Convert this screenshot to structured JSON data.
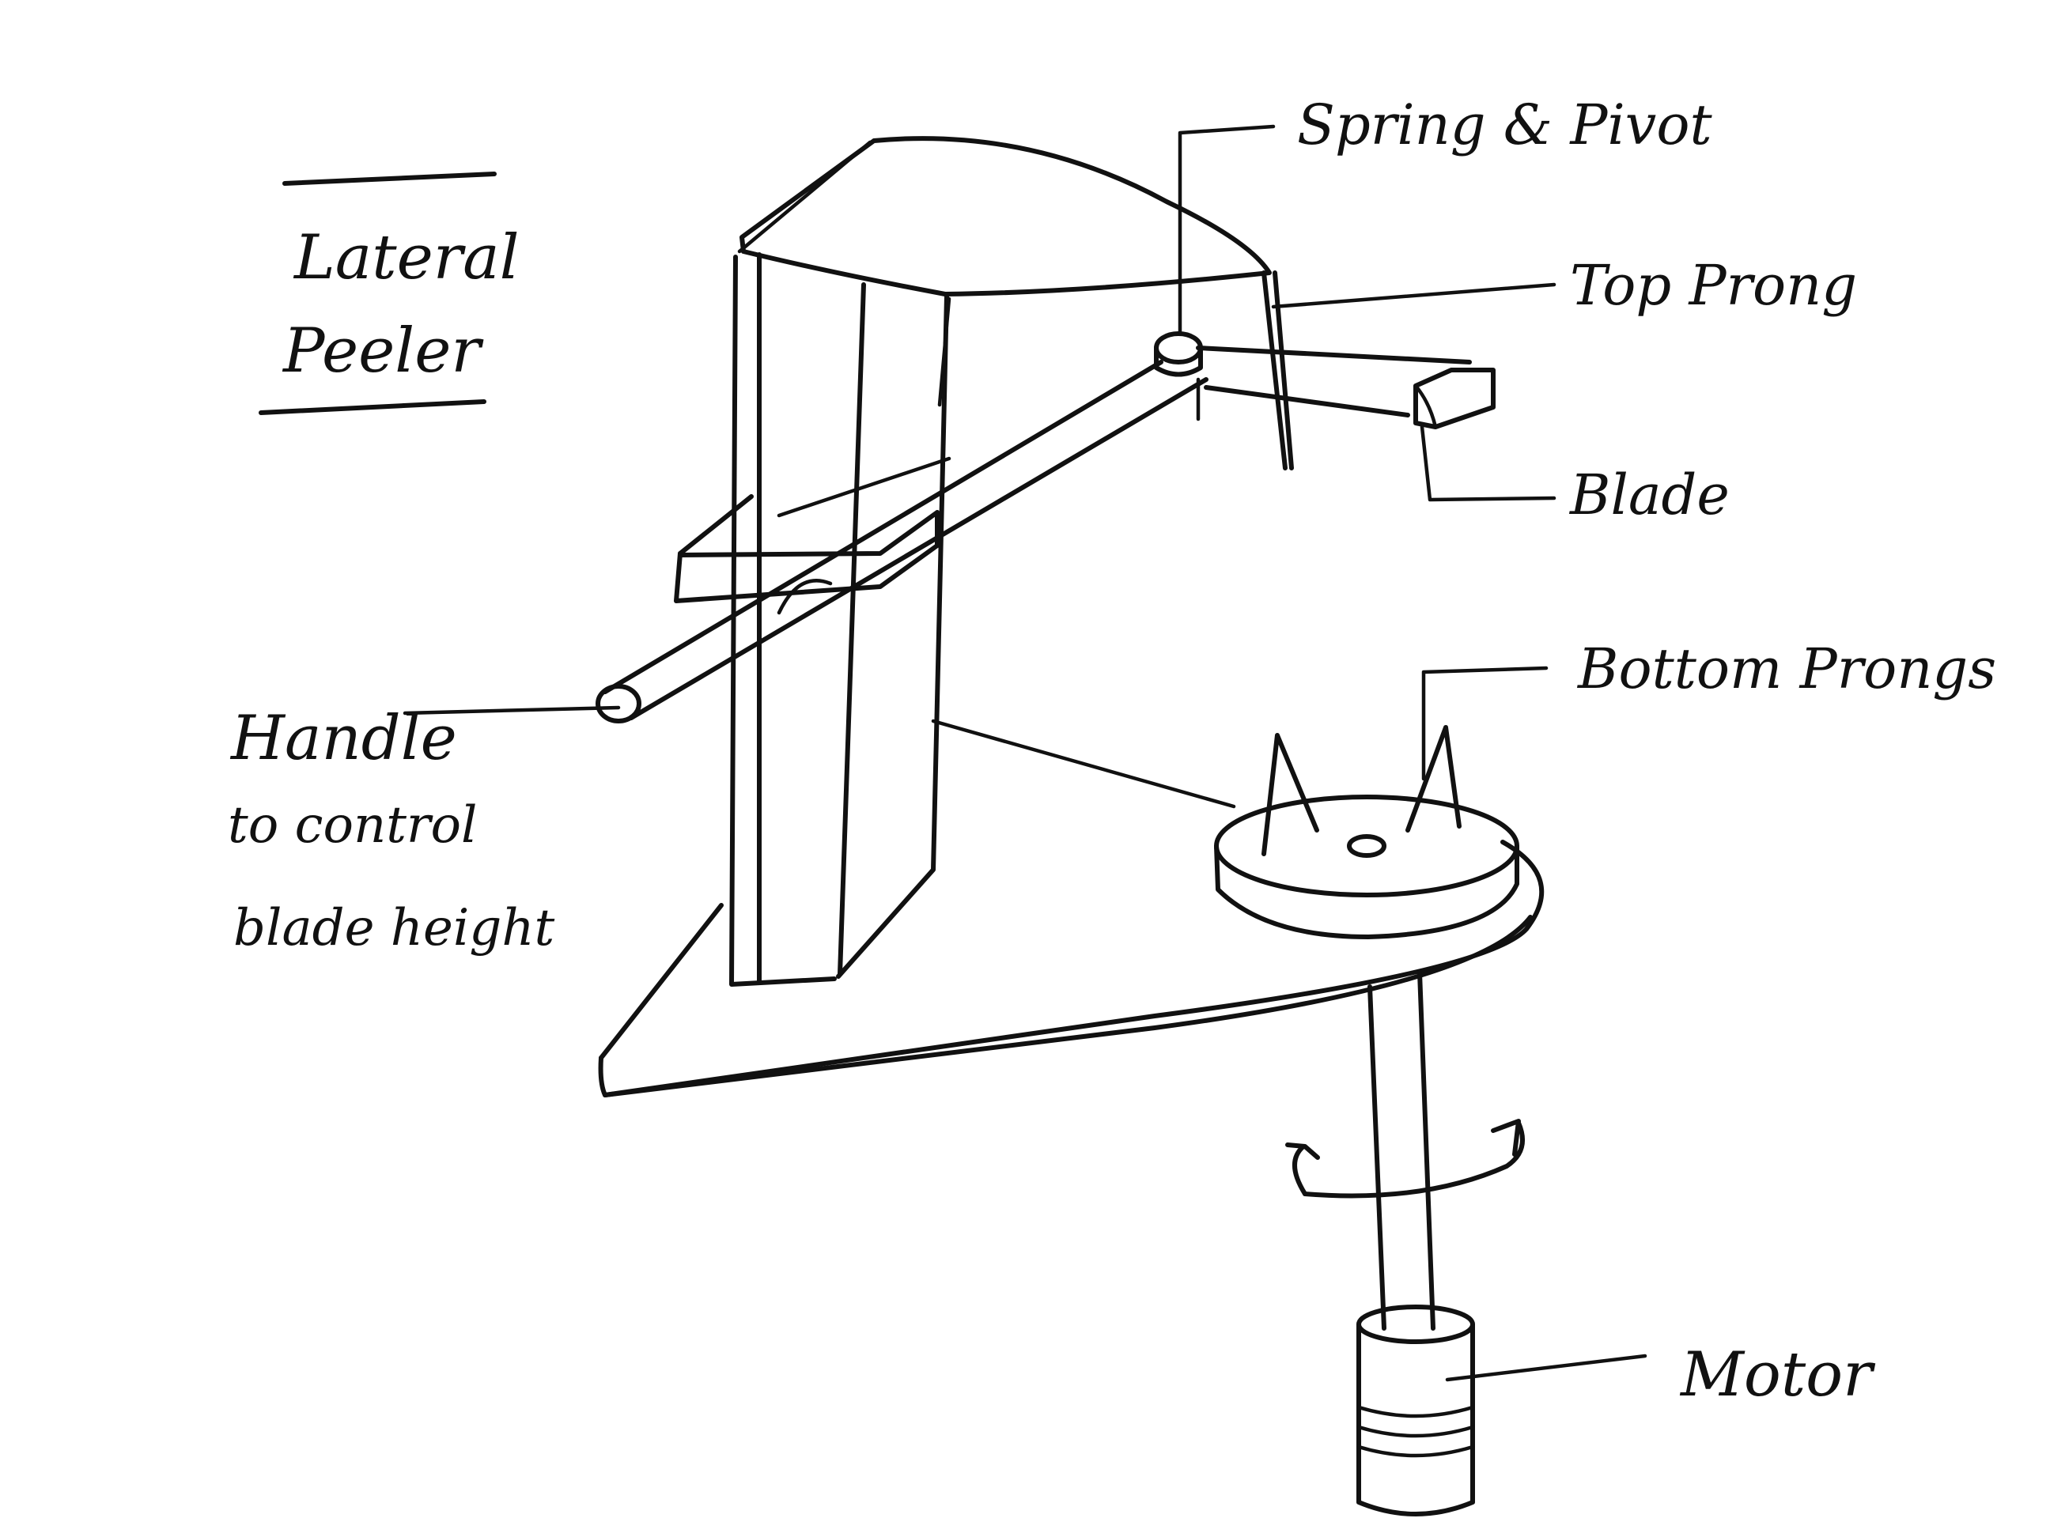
{
  "title": {
    "line1": "Lateral",
    "line2": "Peeler"
  },
  "labels": {
    "spring_pivot": "Spring & Pivot",
    "top_prong": "Top Prong",
    "blade": "Blade",
    "bottom_prongs": "Bottom Prongs",
    "handle_line1": "Handle",
    "handle_line2": "to control",
    "handle_line3": "blade height",
    "motor": "Motor"
  },
  "colors": {
    "ink": "#111111",
    "paper": "#ffffff"
  },
  "icons": {
    "rotation": "rotation-arrows-icon"
  }
}
